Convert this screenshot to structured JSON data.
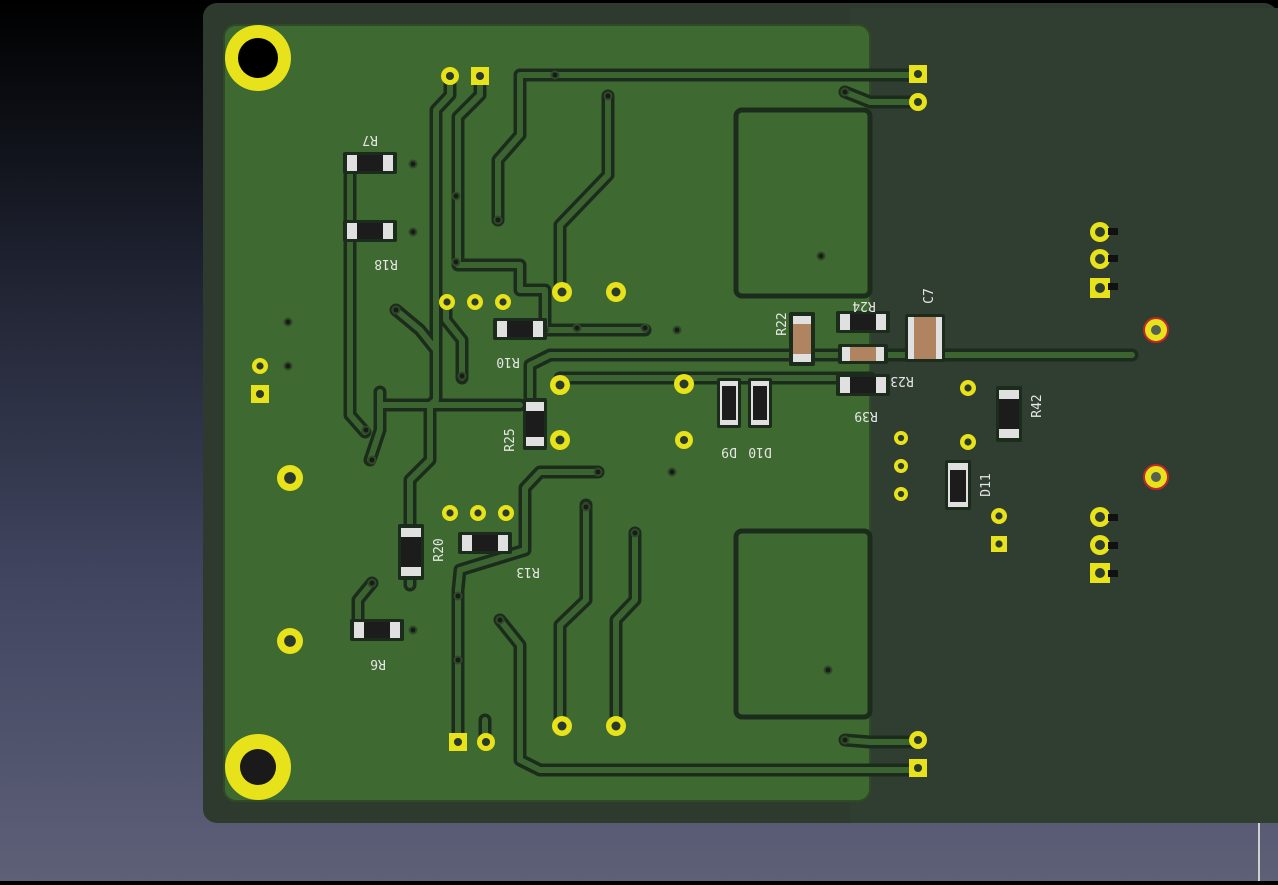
{
  "viewer": {
    "view": "pcb-3d-bottom",
    "colors": {
      "board_edge": "#2e3a2e",
      "board_dark": "#303d31",
      "copper_pour": "#3e6a31",
      "trace": "#3c6430",
      "trace_outline": "#1c2c1c",
      "pad_gold": "#e8e21a",
      "silkscreen": "#e6e6e6",
      "component_body": "#1c1c1c",
      "component_end": "#e0e0e0",
      "ceramic_body": "#b08460"
    }
  },
  "components": {
    "R7": "R7",
    "R18": "R18",
    "R10": "R10",
    "R25": "R25",
    "R20": "R20",
    "R13": "R13",
    "R6": "R6",
    "R22": "R22",
    "R24": "R24",
    "R23": "R23",
    "R39": "R39",
    "R42": "R42",
    "C7": "C7",
    "D9": "D9",
    "D10": "D10",
    "D11": "D11"
  }
}
